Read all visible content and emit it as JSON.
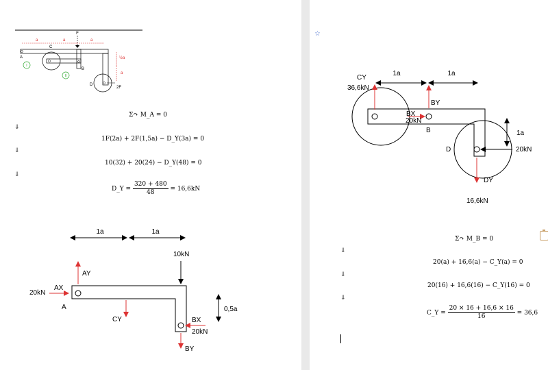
{
  "left_page": {
    "top_diagram": {
      "labels": {
        "F": "F",
        "a": "a",
        "C": "C",
        "A": "A",
        "B": "B",
        "D": "D",
        "2F": "2F",
        "half_a": "½a",
        "roman_1": "I",
        "roman_2": "II"
      }
    },
    "equations": {
      "moment_a": "Σ↷ M_A = 0",
      "eq1": "1F(2a) + 2F(1,5a) − D_Y(3a) = 0",
      "eq2": "10(32) + 20(24) − D_Y(48) = 0",
      "dy_lhs": "D_Y =",
      "dy_num": "320 + 480",
      "dy_den": "48",
      "dy_rhs": "= 16,6kN"
    },
    "implies_symbol": "⇓",
    "fbd": {
      "dim1": "1a",
      "dim2": "1a",
      "force_10": "10kN",
      "AY": "AY",
      "AX": "AX",
      "force_20": "20kN",
      "A": "A",
      "CY": "CY",
      "dim_half": "0,5a",
      "BX": "BX",
      "force_20b": "20kN",
      "BY": "BY"
    }
  },
  "right_page": {
    "star": "☆",
    "fbd": {
      "CY": "CY",
      "cy_val": "36,6kN",
      "dim1": "1a",
      "dim2": "1a",
      "BY": "BY",
      "BX": "BX",
      "bx_val": "20kN",
      "B": "B",
      "dim3": "1a",
      "D": "D",
      "d_force": "20kN",
      "DY": "DY",
      "dy_val": "16,6kN"
    },
    "equations": {
      "moment_b": "Σ↷ M_B = 0",
      "eq1": "20(a) + 16,6(a) − C_Y(a) = 0",
      "eq2": "20(16) + 16,6(16) − C_Y(16) = 0",
      "cy_lhs": "C_Y =",
      "cy_num": "20 × 16 + 16,6 × 16",
      "cy_den": "16",
      "cy_rhs": "= 36,6"
    },
    "implies_symbol": "⇓"
  }
}
